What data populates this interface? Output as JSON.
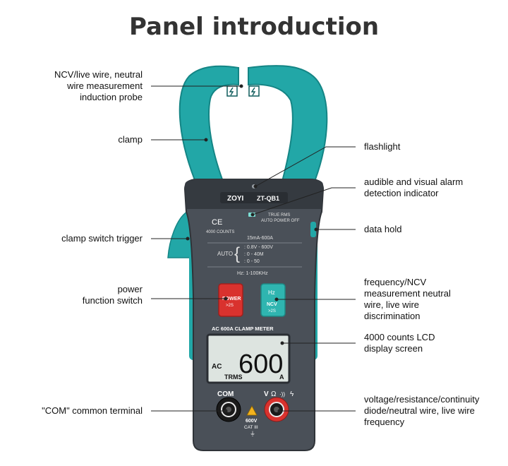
{
  "title": "Panel introduction",
  "labels": {
    "ncv_probe": [
      "NCV/live wire, neutral",
      "wire measurement",
      "induction probe"
    ],
    "clamp": [
      "clamp"
    ],
    "trigger": [
      "clamp switch trigger"
    ],
    "power_switch": [
      "power",
      "function switch"
    ],
    "com_terminal": [
      "\"COM\" common terminal"
    ],
    "flashlight": [
      "flashlight"
    ],
    "alarm": [
      "audible and visual alarm",
      "detection indicator"
    ],
    "data_hold": [
      "data hold"
    ],
    "freq_ncv": [
      "frequency/NCV",
      "measurement neutral",
      "wire, live wire",
      "discrimination"
    ],
    "lcd": [
      "4000 counts LCD",
      "display screen"
    ],
    "voltage_terminal": [
      "voltage/resistance/continuity",
      "diode/neutral wire, live wire",
      "frequency"
    ]
  },
  "device": {
    "brand": "ZOYI",
    "model": "ZT-QB1",
    "true_rms": "TRUE RMS",
    "auto_power_off": "AUTO POWER OFF",
    "ce": "CE",
    "counts": "4000 COUNTS",
    "range_current": "15mA-600A",
    "auto": "AUTO",
    "range_voltage": ": 0.8V - 600V",
    "range_resistance": ": 0 - 40M",
    "range_continuity": ": 0 - 50",
    "range_freq": "Hz: 1-100KHz",
    "power_btn": "POWER",
    "power_btn_sub": ">2S",
    "hz_btn": "Hz",
    "ncv_btn": "NCV",
    "ncv_btn_sub": ">2S",
    "meter_label": "AC 600A  CLAMP METER",
    "lcd_value": "600",
    "lcd_ac": "AC",
    "lcd_trms": "TRMS",
    "lcd_unit": "A",
    "com_label": "COM",
    "v_label": "V",
    "rating": "600V",
    "cat": "CAT III"
  },
  "colors": {
    "teal": "#22a7a7",
    "teal_dark": "#148585",
    "body": "#4a5058",
    "body_dark": "#353a40",
    "power_red": "#d9322e",
    "ncv_teal": "#2fb5b0",
    "lcd_bg": "#dde4e0"
  }
}
